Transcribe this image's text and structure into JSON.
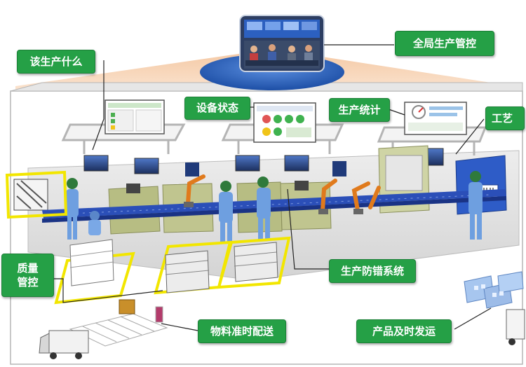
{
  "callouts": {
    "global_control": "全局生产管控",
    "what_to_produce": "该生产什么",
    "equipment_status": "设备状态",
    "production_stats": "生产统计",
    "process": "工艺",
    "quality_line1": "质量",
    "quality_line2": "管控",
    "error_proofing": "生产防错系统",
    "material_delivery": "物料准时配送",
    "product_shipping": "产品及时发运"
  },
  "colors": {
    "callout_green": "#25a046",
    "platform_gray": "#d9d9d9",
    "conveyor_blue": "#2b4fb8",
    "worker_blue": "#6e9fe0",
    "robot_orange": "#e07a1c",
    "safety_yellow": "#f2e600"
  },
  "icons": [
    "control-room-photo",
    "monitor-icon",
    "robot-arm-icon",
    "worker-icon",
    "forklift-truck-icon",
    "warehouse-buildings-icon"
  ]
}
